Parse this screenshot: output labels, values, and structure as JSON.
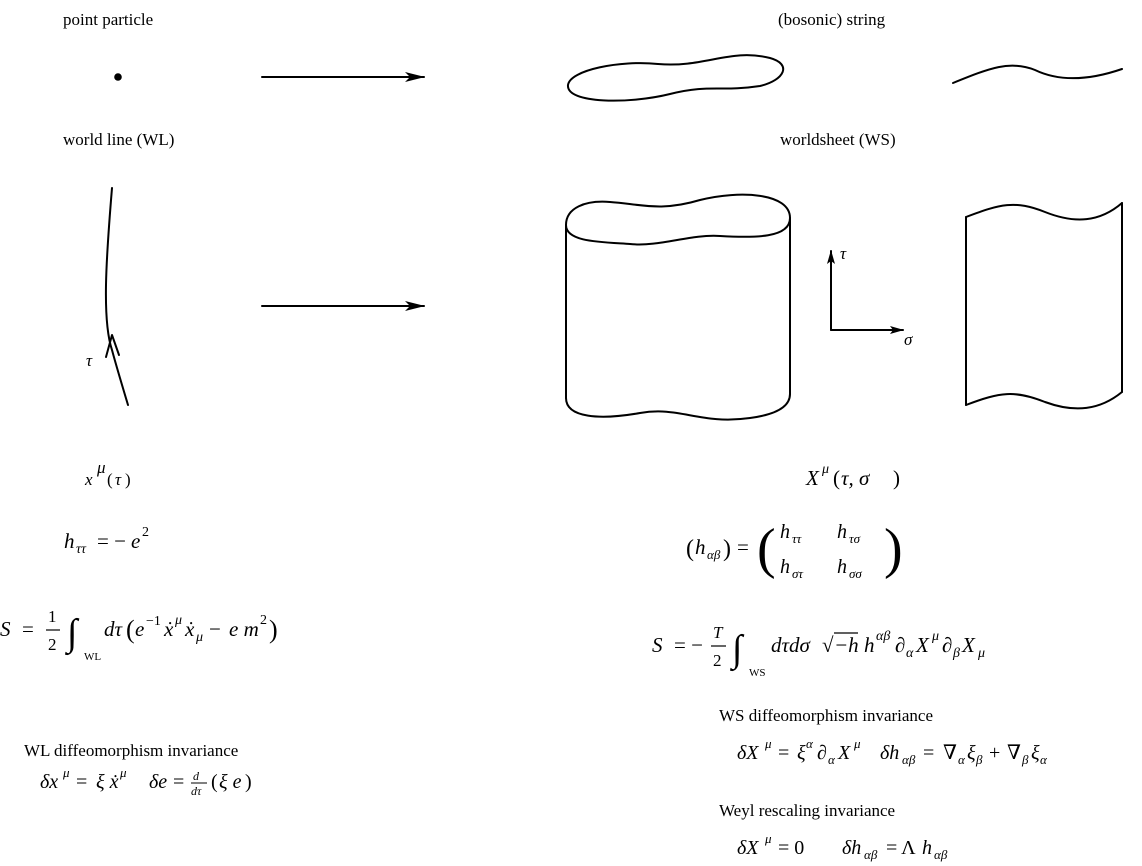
{
  "labels": {
    "point_particle": "point particle",
    "bosonic_string": "(bosonic) string",
    "world_line": "world line (WL)",
    "worldsheet": "worldsheet (WS)",
    "tau": "τ",
    "sigma": "σ"
  },
  "particle": {
    "coordinate": "x^μ(τ)",
    "metric": "h_ττ = −e²",
    "action": "S = (1/2) ∫_WL dτ ( e⁻¹ ẋ^μ ẋ_μ − e m² )",
    "diffeo_title": "WL diffeomorphism invariance",
    "diffeo_eq": "δx^μ = ξ ẋ^μ    δe = d/dτ (ξ e)"
  },
  "string": {
    "coordinate": "X^μ(τ, σ)",
    "metric": "(h_αβ) = ( h_ττ h_τσ ; h_στ h_σσ )",
    "action": "S = −(T/2) ∫_WS dτ dσ √−h h^αβ ∂_α X^μ ∂_β X_μ",
    "diffeo_title": "WS diffeomorphism invariance",
    "diffeo_eq": "δX^μ = ξ^α ∂_α X^μ    δh_αβ = ∇_α ξ_β + ∇_β ξ_α",
    "weyl_title": "Weyl rescaling invariance",
    "weyl_eq": "δX^μ = 0    δh_αβ = Λ h_αβ"
  }
}
